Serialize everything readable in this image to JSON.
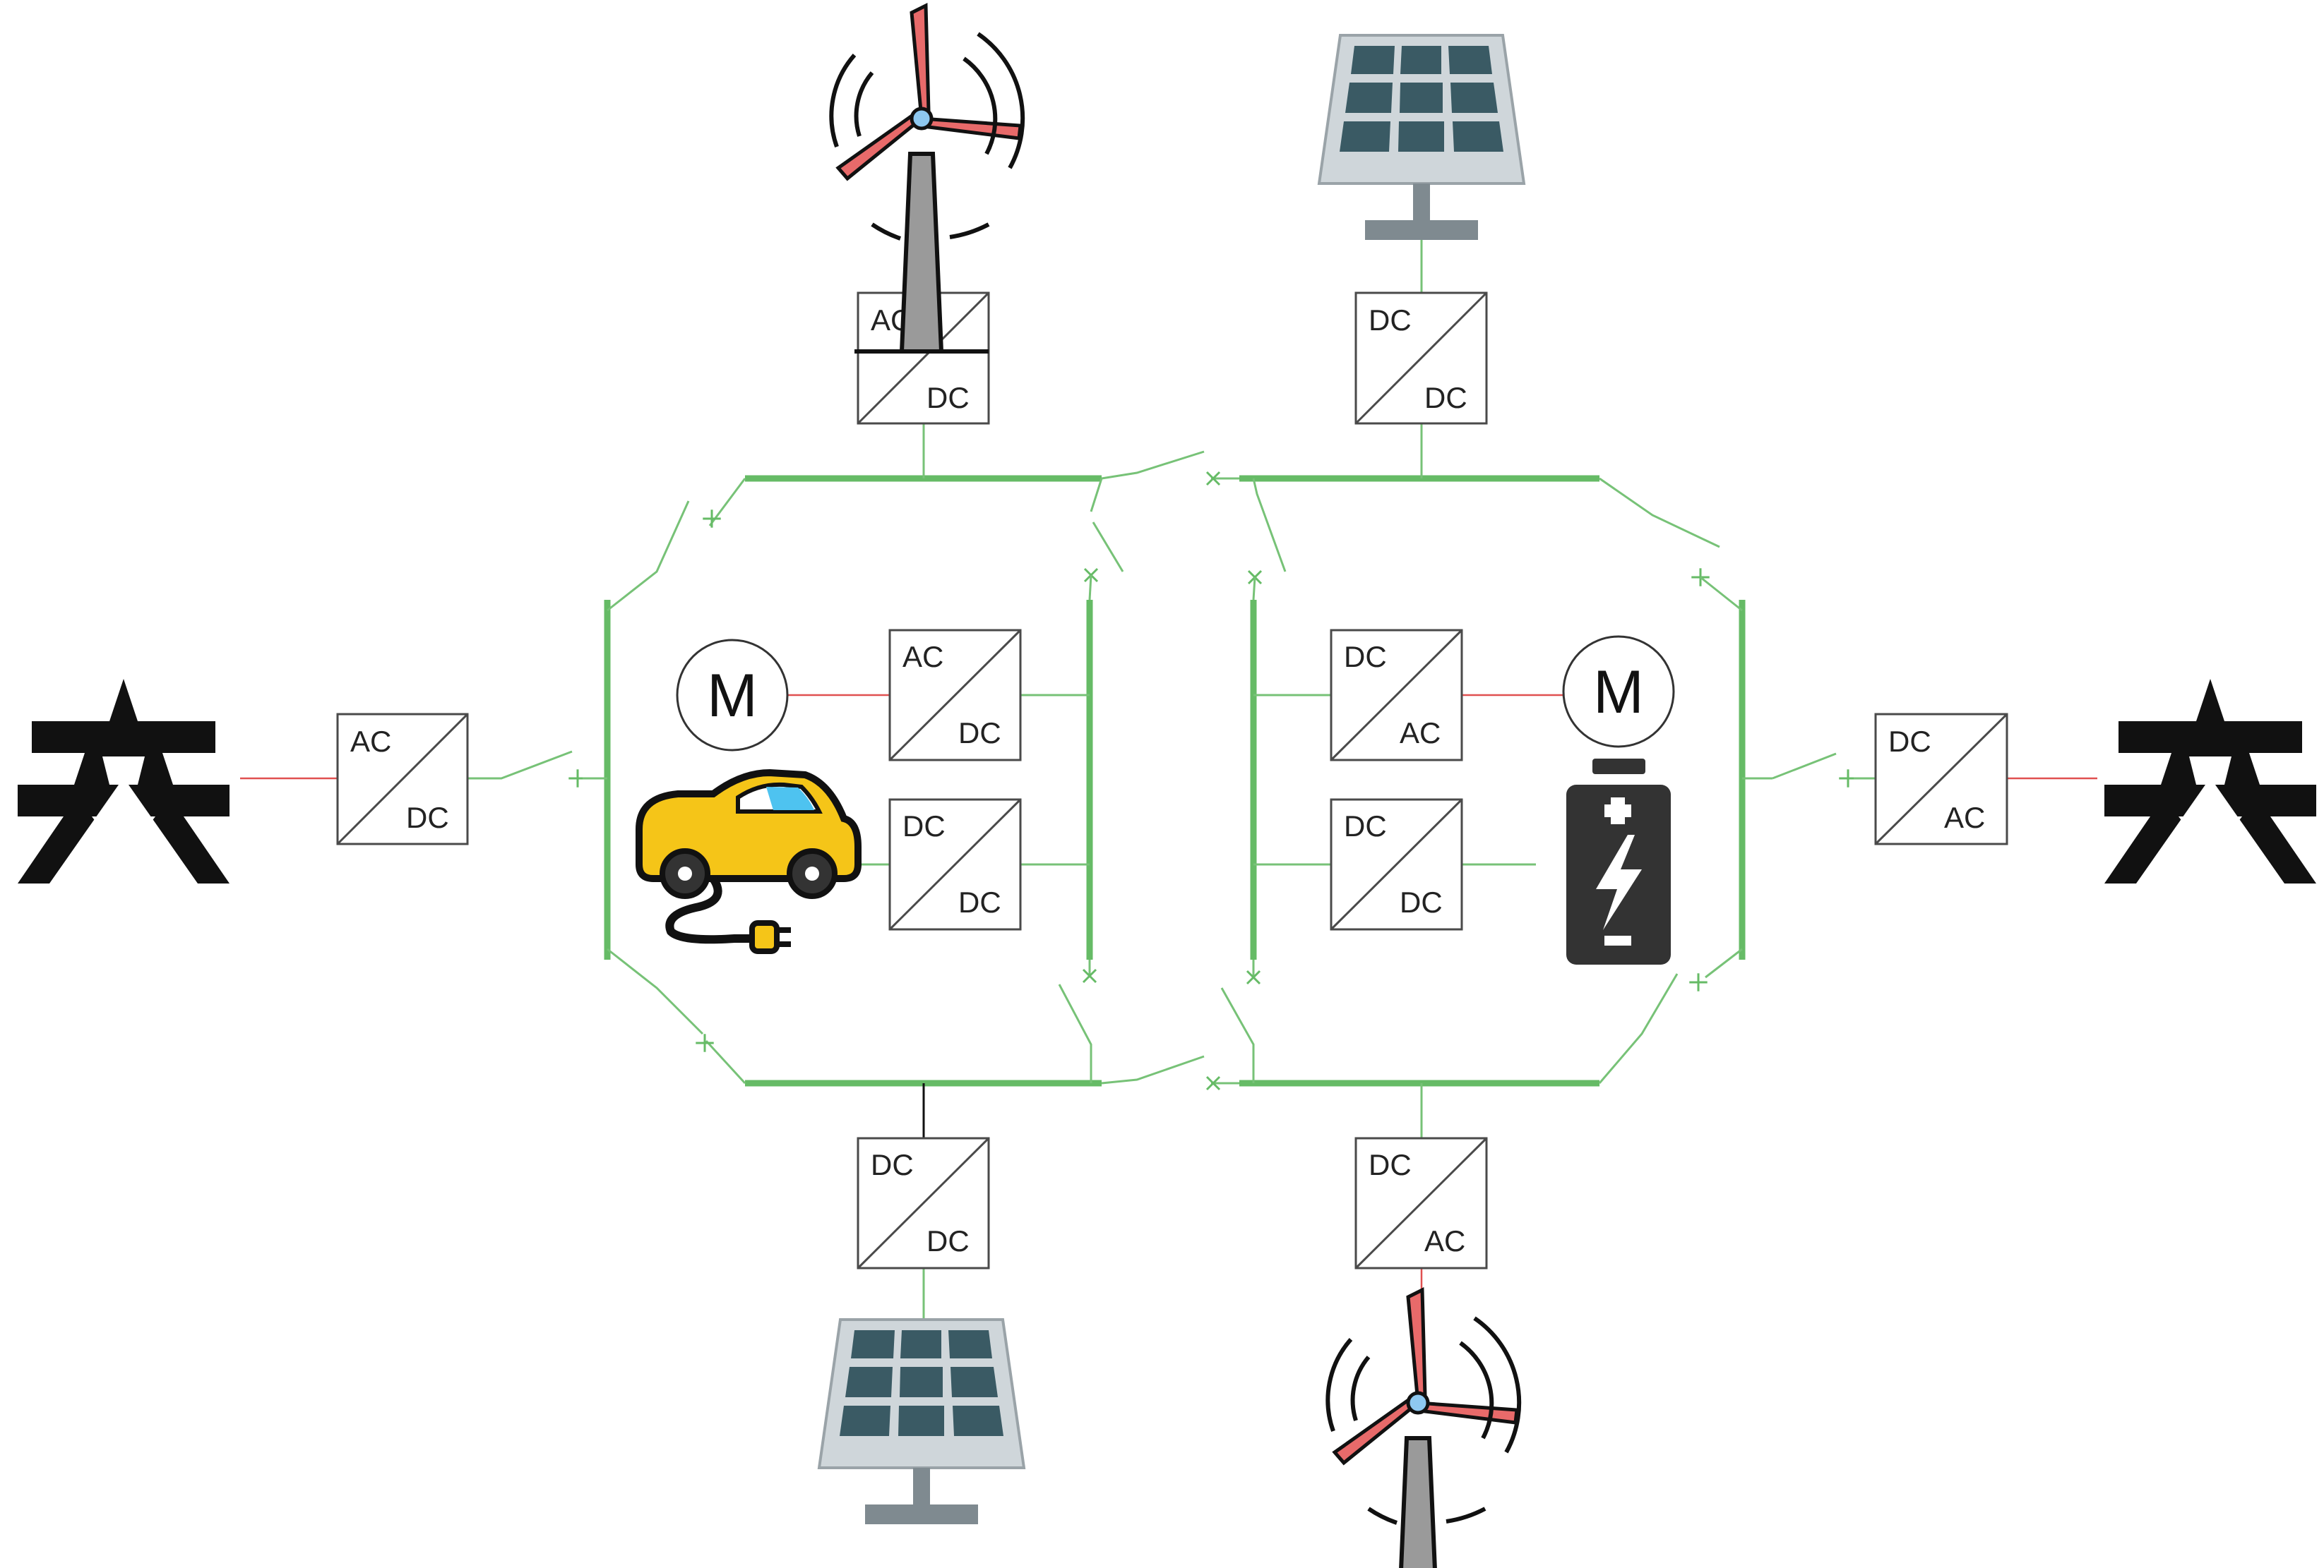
{
  "converters": {
    "wind_top": {
      "top": "AC",
      "bottom": "DC"
    },
    "pv_top": {
      "top": "DC",
      "bottom": "DC"
    },
    "grid_left": {
      "top": "AC",
      "bottom": "DC"
    },
    "motor_left": {
      "top": "AC",
      "bottom": "DC"
    },
    "ev": {
      "top": "DC",
      "bottom": "DC"
    },
    "motor_right": {
      "top": "DC",
      "bottom": "AC"
    },
    "battery": {
      "top": "DC",
      "bottom": "DC"
    },
    "grid_right": {
      "top": "DC",
      "bottom": "AC"
    },
    "pv_bottom": {
      "top": "DC",
      "bottom": "DC"
    },
    "wind_bottom": {
      "top": "DC",
      "bottom": "AC"
    }
  },
  "motors": {
    "left": "M",
    "right": "M"
  },
  "icons": {
    "wind_top": "wind-turbine-icon",
    "wind_bottom": "wind-turbine-icon",
    "pv_top": "solar-panel-icon",
    "pv_bottom": "solar-panel-icon",
    "grid_left": "transmission-tower-icon",
    "grid_right": "transmission-tower-icon",
    "ev": "electric-car-icon",
    "battery": "battery-icon"
  },
  "colors": {
    "dc_bus": "#66bb66",
    "ac_line": "#e05050",
    "converter_border": "#4a4a4a",
    "car_body": "#f5c518",
    "battery_body": "#333333",
    "turbine_blade": "#e86a6a",
    "solar_cell": "#3a5a64"
  }
}
